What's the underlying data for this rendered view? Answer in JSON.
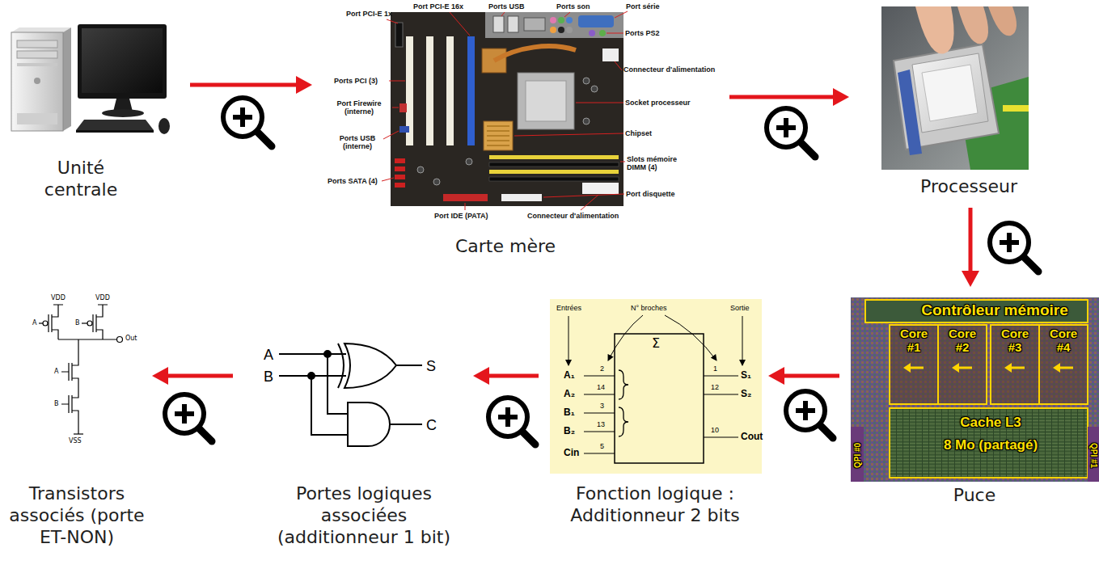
{
  "diagram": {
    "nodes": [
      {
        "text": [
          "Unité centrale"
        ]
      },
      {
        "text": [
          "Carte mère"
        ]
      },
      {
        "text": [
          "Processeur"
        ]
      },
      {
        "text": [
          "Puce"
        ]
      },
      {
        "text": [
          "Fonction logique : Additionneur 2 bits"
        ]
      },
      {
        "text": [
          "Portes logiques associées (additionneur 1 bit)"
        ]
      },
      {
        "text": [
          "Transistors associés (porte ET-NON)"
        ]
      }
    ],
    "edges": [
      {
        "from": 0,
        "to": 1,
        "arrow": "to"
      },
      {
        "from": 1,
        "to": 2,
        "arrow": "to"
      },
      {
        "from": 2,
        "to": 3,
        "arrow": "to"
      },
      {
        "from": 3,
        "to": 4,
        "arrow": "to"
      },
      {
        "from": 4,
        "to": 5,
        "arrow": "to"
      },
      {
        "from": 5,
        "to": 6,
        "arrow": "to"
      }
    ],
    "labels": [
      "Port PCI-E 1x",
      "Port PCI-E 16x",
      "Ports USB",
      "Ports son",
      "Port série",
      "Ports PS2",
      "Connecteur d'alimentation",
      "Ports PCI (3)",
      "Port Firewire (interne)",
      "Socket processeur",
      "Chipset",
      "Ports USB (interne)",
      "Slots mémoire DIMM (4)",
      "Ports SATA (4)",
      "Port disquette",
      "Port IDE (PATA)",
      "Connecteur d'alimentation",
      "Contrôleur mémoire",
      "Core #1",
      "Core #2",
      "Core #3",
      "Core #4",
      "Cache L3",
      "8 Mo (partagé)",
      "QPI #0",
      "QPI #1",
      "Entrées",
      "N° broches",
      "Sortie",
      "Σ",
      "A₁",
      "A₂",
      "B₁",
      "B₂",
      "Cin",
      "2",
      "14",
      "3",
      "13",
      "5",
      "1",
      "12",
      "10",
      "S₁",
      "S₂",
      "Cout",
      "A",
      "B",
      "S",
      "C",
      "VDD",
      "VDD",
      "A",
      "B",
      "Out",
      "A",
      "B",
      "VSS"
    ]
  }
}
